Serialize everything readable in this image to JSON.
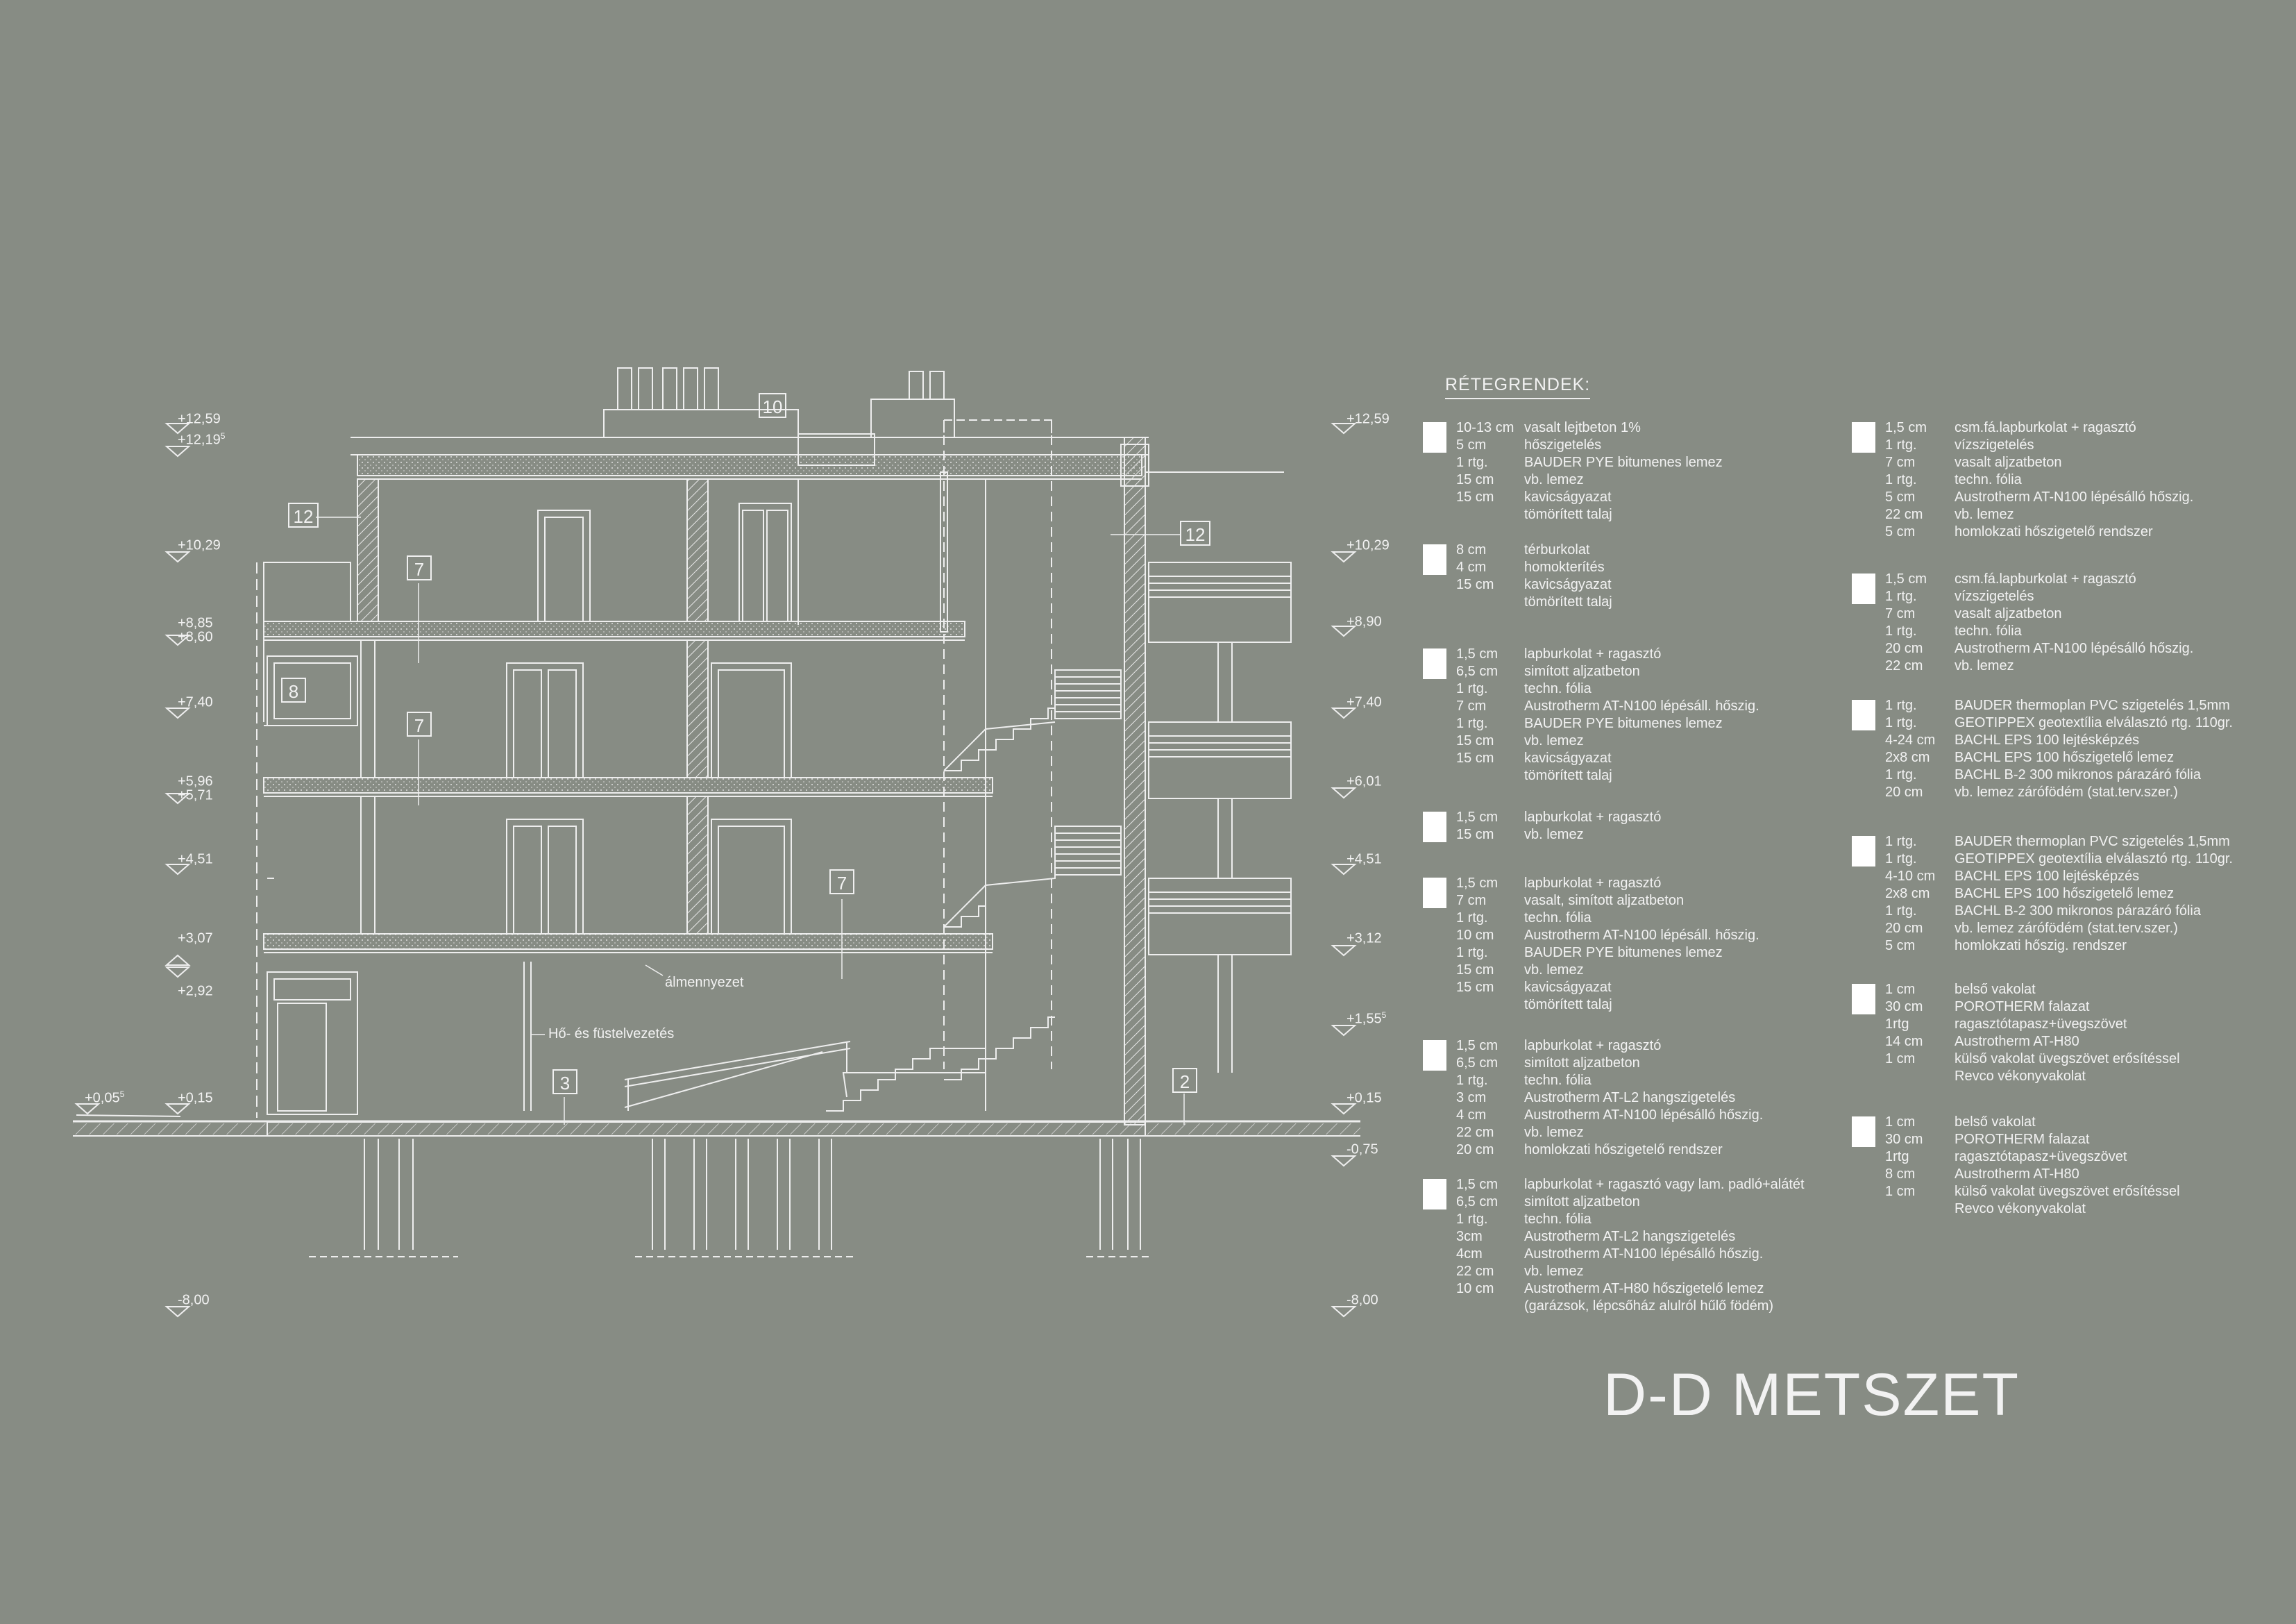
{
  "title": "D-D METSZET",
  "legend_title": "RÉTEGRENDEK:",
  "levels_left": [
    {
      "text": "+12,59",
      "sup": ""
    },
    {
      "text": "+12,19",
      "sup": "5"
    },
    {
      "text": "+10,29",
      "sup": ""
    },
    {
      "text": "+8,85",
      "sup": ""
    },
    {
      "text": "+8,60",
      "sup": ""
    },
    {
      "text": "+7,40",
      "sup": ""
    },
    {
      "text": "+5,96",
      "sup": ""
    },
    {
      "text": "+5,71",
      "sup": ""
    },
    {
      "text": "+4,51",
      "sup": ""
    },
    {
      "text": "+3,07",
      "sup": ""
    },
    {
      "text": "+2,92",
      "sup": ""
    },
    {
      "text": "+0,15",
      "sup": ""
    },
    {
      "text": "+0,05",
      "sup": "5"
    },
    {
      "text": "-8,00",
      "sup": ""
    }
  ],
  "levels_right": [
    {
      "text": "+12,59",
      "sup": ""
    },
    {
      "text": "+10,29",
      "sup": ""
    },
    {
      "text": "+8,90",
      "sup": ""
    },
    {
      "text": "+7,40",
      "sup": ""
    },
    {
      "text": "+6,01",
      "sup": ""
    },
    {
      "text": "+4,51",
      "sup": ""
    },
    {
      "text": "+3,12",
      "sup": ""
    },
    {
      "text": "+1,55",
      "sup": "5"
    },
    {
      "text": "+0,15",
      "sup": ""
    },
    {
      "text": "-0,75",
      "sup": ""
    },
    {
      "text": "-8,00",
      "sup": ""
    }
  ],
  "tags": [
    "10",
    "12",
    "12",
    "7",
    "8",
    "7",
    "7",
    "3",
    "2"
  ],
  "notes": {
    "ceiling": "álmennyezet",
    "smoke": "Hő- és füstelvezetés"
  },
  "legend_left": [
    {
      "rows": [
        [
          "10-13 cm",
          "vasalt lejtbeton 1%"
        ],
        [
          "5 cm",
          "hőszigetelés"
        ],
        [
          "1 rtg.",
          "BAUDER PYE bitumenes lemez"
        ],
        [
          "15 cm",
          "vb. lemez"
        ],
        [
          "15 cm",
          "kavicságyazat"
        ],
        [
          "",
          "tömörített talaj"
        ]
      ]
    },
    {
      "rows": [
        [
          "8 cm",
          "térburkolat"
        ],
        [
          "4 cm",
          "homokterítés"
        ],
        [
          "15 cm",
          "kavicságyazat"
        ],
        [
          "",
          "tömörített talaj"
        ]
      ]
    },
    {
      "rows": [
        [
          "1,5 cm",
          "lapburkolat + ragasztó"
        ],
        [
          "6,5 cm",
          "simított aljzatbeton"
        ],
        [
          "1 rtg.",
          "techn. fólia"
        ],
        [
          "7 cm",
          "Austrotherm AT-N100 lépésáll. hőszig."
        ],
        [
          "1 rtg.",
          "BAUDER PYE bitumenes lemez"
        ],
        [
          "15 cm",
          "vb. lemez"
        ],
        [
          "15 cm",
          "kavicságyazat"
        ],
        [
          "",
          "tömörített talaj"
        ]
      ]
    },
    {
      "rows": [
        [
          "1,5 cm",
          "lapburkolat + ragasztó"
        ],
        [
          "15 cm",
          "vb. lemez"
        ]
      ]
    },
    {
      "rows": [
        [
          "1,5 cm",
          "lapburkolat + ragasztó"
        ],
        [
          "7 cm",
          "vasalt, simított aljzatbeton"
        ],
        [
          "1 rtg.",
          "techn. fólia"
        ],
        [
          "10 cm",
          "Austrotherm AT-N100 lépésáll. hőszig."
        ],
        [
          "1 rtg.",
          "BAUDER PYE bitumenes lemez"
        ],
        [
          "15 cm",
          "vb. lemez"
        ],
        [
          "15 cm",
          "kavicságyazat"
        ],
        [
          "",
          "tömörített talaj"
        ]
      ]
    },
    {
      "rows": [
        [
          "1,5 cm",
          "lapburkolat + ragasztó"
        ],
        [
          "6,5 cm",
          "simított aljzatbeton"
        ],
        [
          "1 rtg.",
          "techn. fólia"
        ],
        [
          "3 cm",
          "Austrotherm AT-L2 hangszigetelés"
        ],
        [
          "4 cm",
          "Austrotherm AT-N100 lépésálló hőszig."
        ],
        [
          "22 cm",
          "vb. lemez"
        ],
        [
          "20 cm",
          "homlokzati hőszigetelő rendszer"
        ]
      ]
    },
    {
      "rows": [
        [
          "1,5 cm",
          "lapburkolat + ragasztó vagy lam. padló+alátét"
        ],
        [
          "6,5 cm",
          "simított aljzatbeton"
        ],
        [
          "1 rtg.",
          "techn. fólia"
        ],
        [
          "3cm",
          "Austrotherm AT-L2 hangszigetelés"
        ],
        [
          "4cm",
          "Austrotherm AT-N100 lépésálló hőszig."
        ],
        [
          "22 cm",
          "vb. lemez"
        ],
        [
          "10 cm",
          "Austrotherm AT-H80 hőszigetelő lemez"
        ],
        [
          "",
          "(garázsok, lépcsőház alulról hűlő födém)"
        ]
      ]
    }
  ],
  "legend_right": [
    {
      "rows": [
        [
          "1,5 cm",
          "csm.fá.lapburkolat + ragasztó"
        ],
        [
          "1 rtg.",
          "vízszigetelés"
        ],
        [
          "7 cm",
          "vasalt aljzatbeton"
        ],
        [
          "1 rtg.",
          "techn. fólia"
        ],
        [
          "5 cm",
          "Austrotherm AT-N100 lépésálló hőszig."
        ],
        [
          "22 cm",
          "vb. lemez"
        ],
        [
          "5 cm",
          "homlokzati hőszigetelő rendszer"
        ]
      ]
    },
    {
      "rows": [
        [
          "1,5 cm",
          "csm.fá.lapburkolat + ragasztó"
        ],
        [
          "1 rtg.",
          "vízszigetelés"
        ],
        [
          "7 cm",
          "vasalt aljzatbeton"
        ],
        [
          "1 rtg.",
          "techn. fólia"
        ],
        [
          "20 cm",
          "Austrotherm AT-N100 lépésálló hőszig."
        ],
        [
          "22 cm",
          "vb. lemez"
        ]
      ]
    },
    {
      "rows": [
        [
          "1 rtg.",
          "BAUDER thermoplan PVC szigetelés 1,5mm"
        ],
        [
          "1 rtg.",
          "GEOTIPPEX geotextília elválasztó rtg. 110gr."
        ],
        [
          "4-24 cm",
          "BACHL EPS 100 lejtésképzés"
        ],
        [
          "2x8 cm",
          "BACHL EPS 100 hőszigetelő lemez"
        ],
        [
          "1 rtg.",
          "BACHL B-2 300 mikronos párazáró fólia"
        ],
        [
          "20 cm",
          "vb. lemez zárófödém (stat.terv.szer.)"
        ]
      ]
    },
    {
      "rows": [
        [
          "1 rtg.",
          "BAUDER thermoplan PVC szigetelés 1,5mm"
        ],
        [
          "1 rtg.",
          "GEOTIPPEX geotextília elválasztó rtg. 110gr."
        ],
        [
          "4-10 cm",
          "BACHL EPS 100 lejtésképzés"
        ],
        [
          "2x8 cm",
          "BACHL EPS 100 hőszigetelő lemez"
        ],
        [
          "1 rtg.",
          "BACHL B-2 300 mikronos párazáró fólia"
        ],
        [
          "20 cm",
          "vb. lemez zárófödém (stat.terv.szer.)"
        ],
        [
          "5 cm",
          "homlokzati hőszig. rendszer"
        ]
      ]
    },
    {
      "rows": [
        [
          "1 cm",
          "belső vakolat"
        ],
        [
          "30 cm",
          "POROTHERM falazat"
        ],
        [
          "1rtg",
          "ragasztótapasz+üvegszövet"
        ],
        [
          "14 cm",
          "Austrotherm AT-H80"
        ],
        [
          "1 cm",
          "külső vakolat üvegszövet erősítéssel"
        ],
        [
          "",
          "Revco vékonyvakolat"
        ]
      ]
    },
    {
      "rows": [
        [
          "1 cm",
          "belső vakolat"
        ],
        [
          "30 cm",
          "POROTHERM falazat"
        ],
        [
          "1rtg",
          "ragasztótapasz+üvegszövet"
        ],
        [
          "8 cm",
          "Austrotherm AT-H80"
        ],
        [
          "1 cm",
          "külső vakolat üvegszövet erősítéssel"
        ],
        [
          "",
          "Revco vékonyvakolat"
        ]
      ]
    }
  ]
}
